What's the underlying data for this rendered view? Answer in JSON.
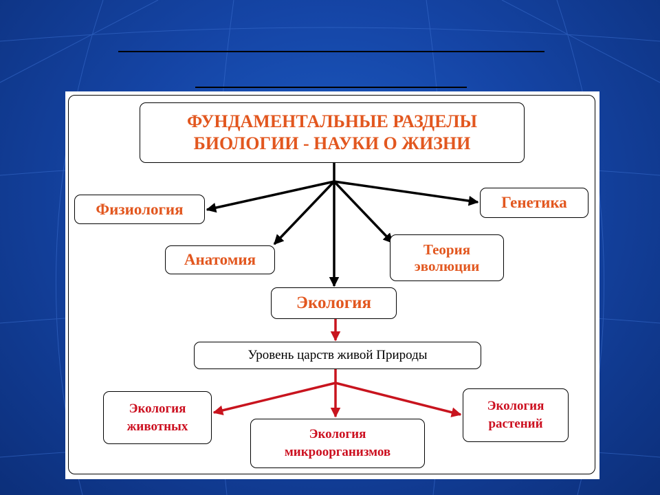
{
  "colors": {
    "slide_background": "#1545a6",
    "primary_label": "#e2571f",
    "ecology_label": "#cc1020",
    "black_edge": "#000000",
    "red_edge": "#c8141e"
  },
  "diagram": {
    "root": {
      "line1": "ФУНДАМЕНТАЛЬНЫЕ РАЗДЕЛЫ",
      "line2": "БИОЛОГИИ - НАУКИ О ЖИЗНИ"
    },
    "physiology": "Физиология",
    "genetics": "Генетика",
    "anatomy": "Анатомия",
    "evolution": {
      "line1": "Теория",
      "line2": "эволюции"
    },
    "ecology": "Экология",
    "level": "Уровень царств живой Природы",
    "animal_ecology": {
      "line1": "Экология",
      "line2": "животных"
    },
    "micro_ecology": {
      "line1": "Экология",
      "line2": "микроорганизмов"
    },
    "plant_ecology": {
      "line1": "Экология",
      "line2": "растений"
    },
    "edges": [
      {
        "from": "root",
        "to": "physiology",
        "color": "black"
      },
      {
        "from": "root",
        "to": "genetics",
        "color": "black"
      },
      {
        "from": "root",
        "to": "anatomy",
        "color": "black"
      },
      {
        "from": "root",
        "to": "evolution",
        "color": "black"
      },
      {
        "from": "root",
        "to": "ecology",
        "color": "black"
      },
      {
        "from": "ecology",
        "to": "level",
        "color": "red"
      },
      {
        "from": "level",
        "to": "animal_ecology",
        "color": "red"
      },
      {
        "from": "level",
        "to": "micro_ecology",
        "color": "red"
      },
      {
        "from": "level",
        "to": "plant_ecology",
        "color": "red"
      }
    ]
  }
}
